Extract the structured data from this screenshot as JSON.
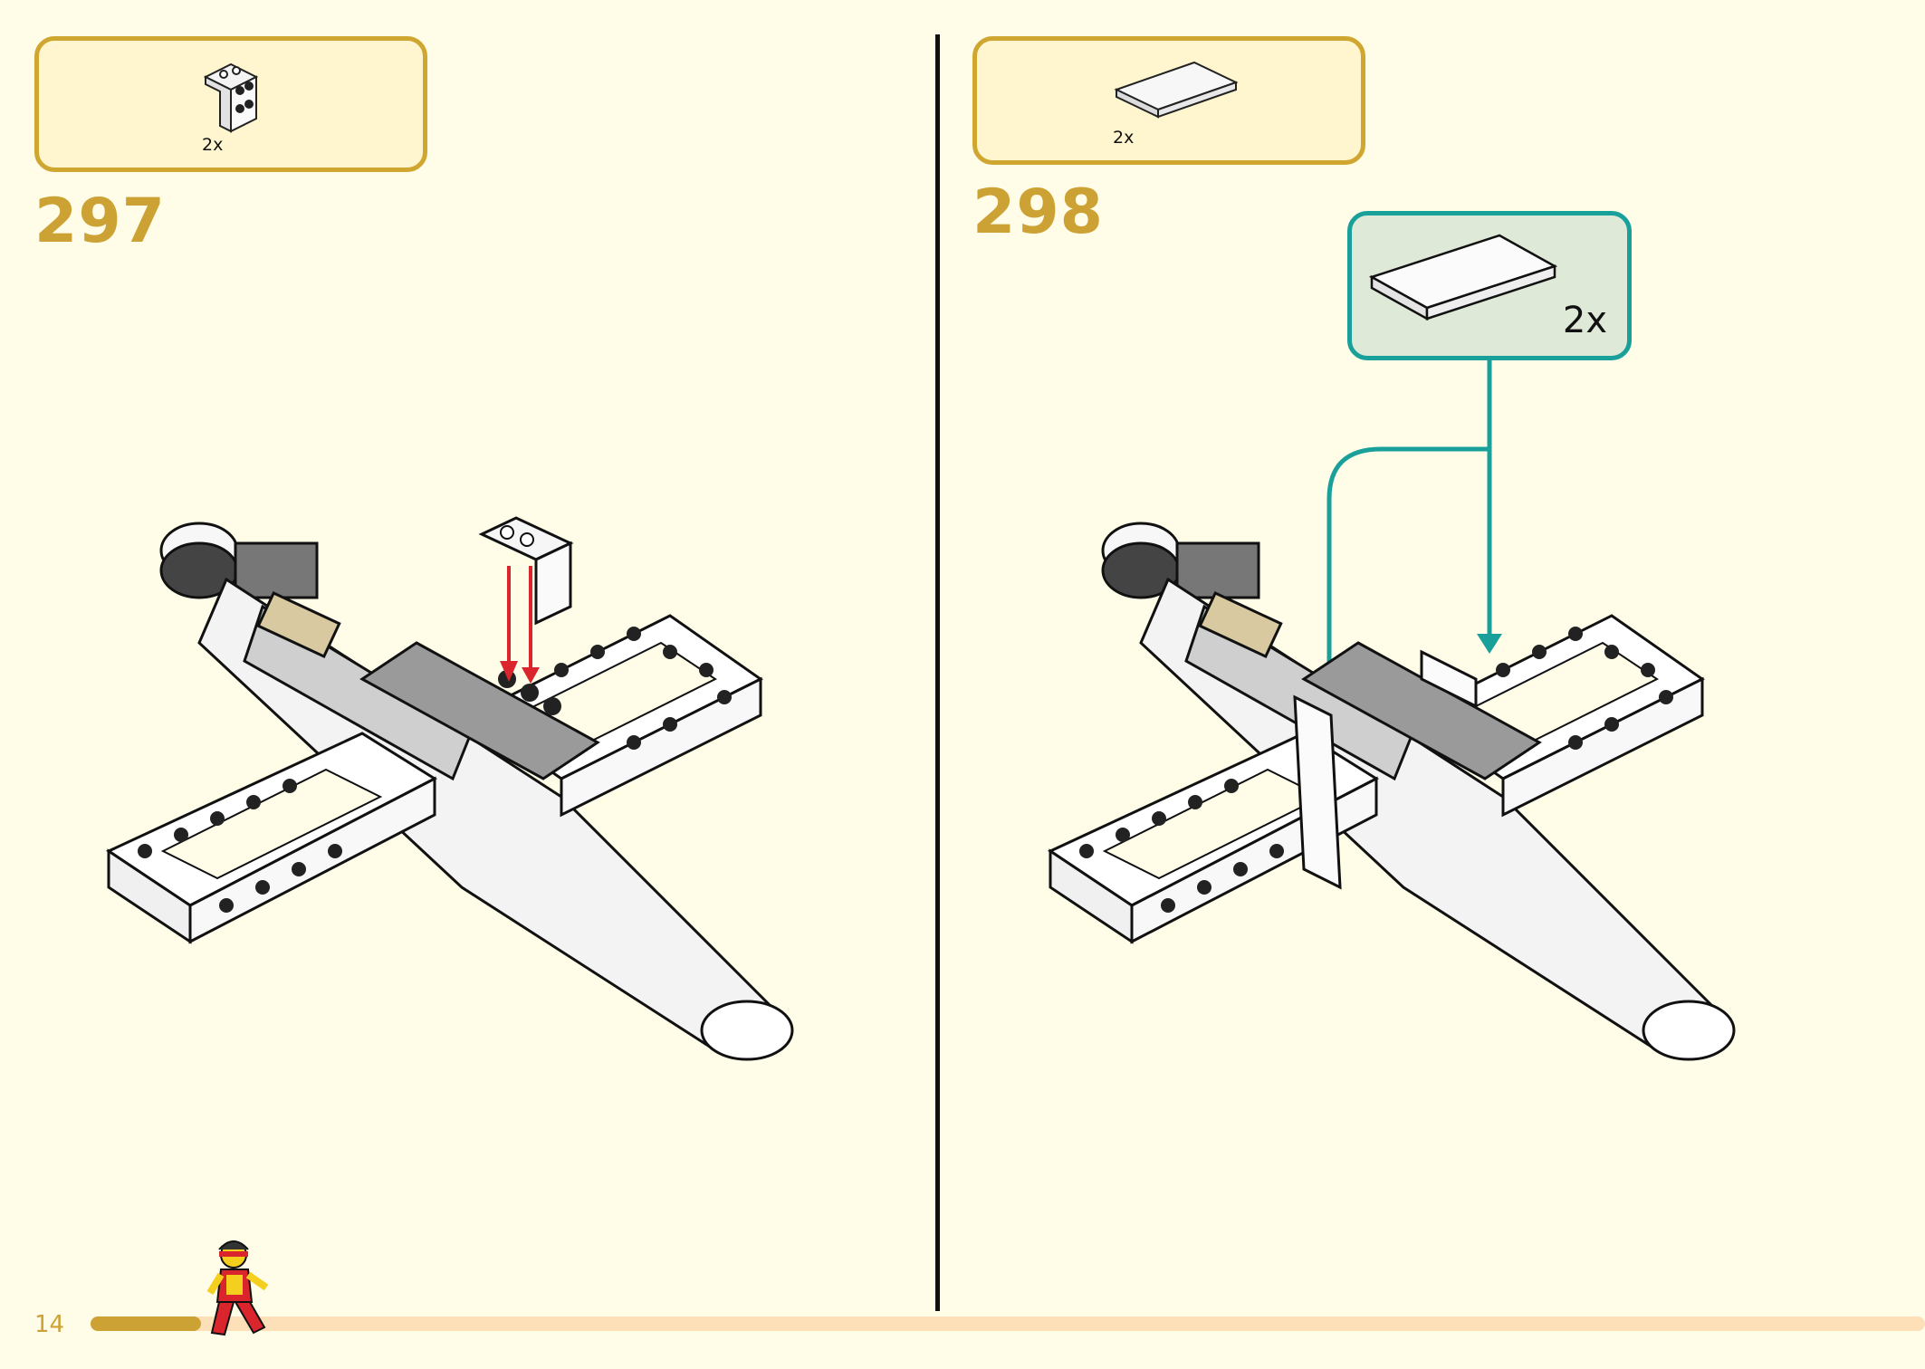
{
  "page": {
    "number": "14",
    "progress": 0.06
  },
  "steps": [
    {
      "number": "297",
      "parts": [
        {
          "icon": "bracket-1x2-2x2-white-icon",
          "quantity": "2x"
        }
      ],
      "action": "attach"
    },
    {
      "number": "298",
      "parts": [
        {
          "icon": "tile-2x4-white-icon",
          "quantity": "2x"
        }
      ],
      "callout": {
        "icon": "tile-2x4-white-icon",
        "quantity": "2x"
      }
    }
  ],
  "colors": {
    "background": "#fffde8",
    "parts_box": "#fff6d0",
    "accent_gold": "#cda235",
    "callout_teal": "#1aa09a",
    "arrow_red": "#d9252b",
    "progress_track": "#fde0b8"
  }
}
